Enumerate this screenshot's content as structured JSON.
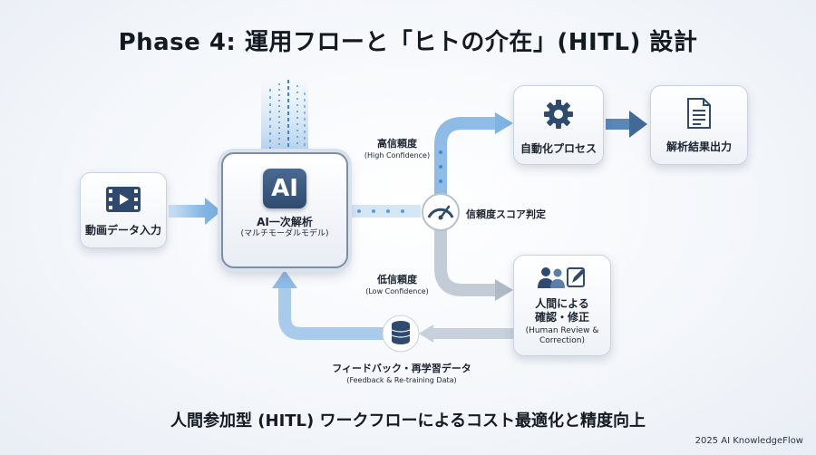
{
  "title": "Phase 4: 運用フローと「ヒトの介在」(HITL) 設計",
  "nodes": {
    "video": {
      "label": "動画データ入力",
      "icon": "video-film-icon"
    },
    "ai": {
      "badge": "AI",
      "label": "AI一次解析",
      "sub": "(マルチモーダルモデル)",
      "icon": "ai-chip-icon"
    },
    "auto": {
      "label": "自動化プロセス",
      "icon": "gear-icon"
    },
    "output": {
      "label": "解析結果出力",
      "icon": "document-icon"
    },
    "human": {
      "label_line1": "人間による",
      "label_line2": "確認・修正",
      "sub_line1": "(Human Review &",
      "sub_line2": "Correction)",
      "icon": "people-edit-icon"
    }
  },
  "flow_labels": {
    "high": {
      "main": "高信頼度",
      "en": "(High Confidence)"
    },
    "low": {
      "main": "低信頼度",
      "en": "(Low Confidence)"
    },
    "gauge": "信頼度スコア判定",
    "feedback": {
      "main": "フィードバック・再学習データ",
      "en": "(Feedback & Re-training Data)"
    }
  },
  "subtitle": "人間参加型 (HITL) ワークフローによるコスト最適化と精度向上",
  "footer": "2025 AI KnowledgeFlow",
  "colors": {
    "flow_blue": "#6aa3d8",
    "flow_gray": "#b8c2cf",
    "accent_dark": "#2e4a6f"
  }
}
